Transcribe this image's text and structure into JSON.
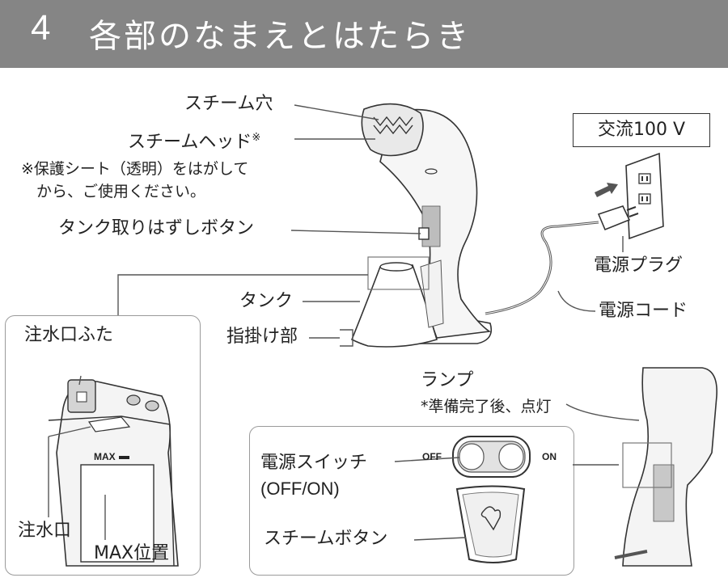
{
  "header": {
    "number": "4",
    "title": "各部のなまえとはたらき"
  },
  "labels": {
    "steam_hole": "スチーム穴",
    "steam_head": "スチームヘッド",
    "steam_head_mark": "※",
    "note_line1": "※保護シート（透明）をはがして",
    "note_line2": "から、ご使用ください。",
    "tank_release": "タンク取りはずしボタン",
    "tank": "タンク",
    "finger_grip": "指掛け部",
    "ac_voltage": "交流100 V",
    "power_plug": "電源プラグ",
    "power_cord": "電源コード",
    "lamp": "ランプ",
    "lamp_note": "*準備完了後、点灯"
  },
  "tank_panel": {
    "fill_cap": "注水口ふた",
    "max_mark": "MAX",
    "fill_port": "注水口",
    "max_position": "MAX位置"
  },
  "switch_panel": {
    "off": "OFF",
    "on": "ON",
    "power_switch_line1": "電源スイッチ",
    "power_switch_line2": "(OFF/ON)",
    "steam_button": "スチームボタン"
  }
}
